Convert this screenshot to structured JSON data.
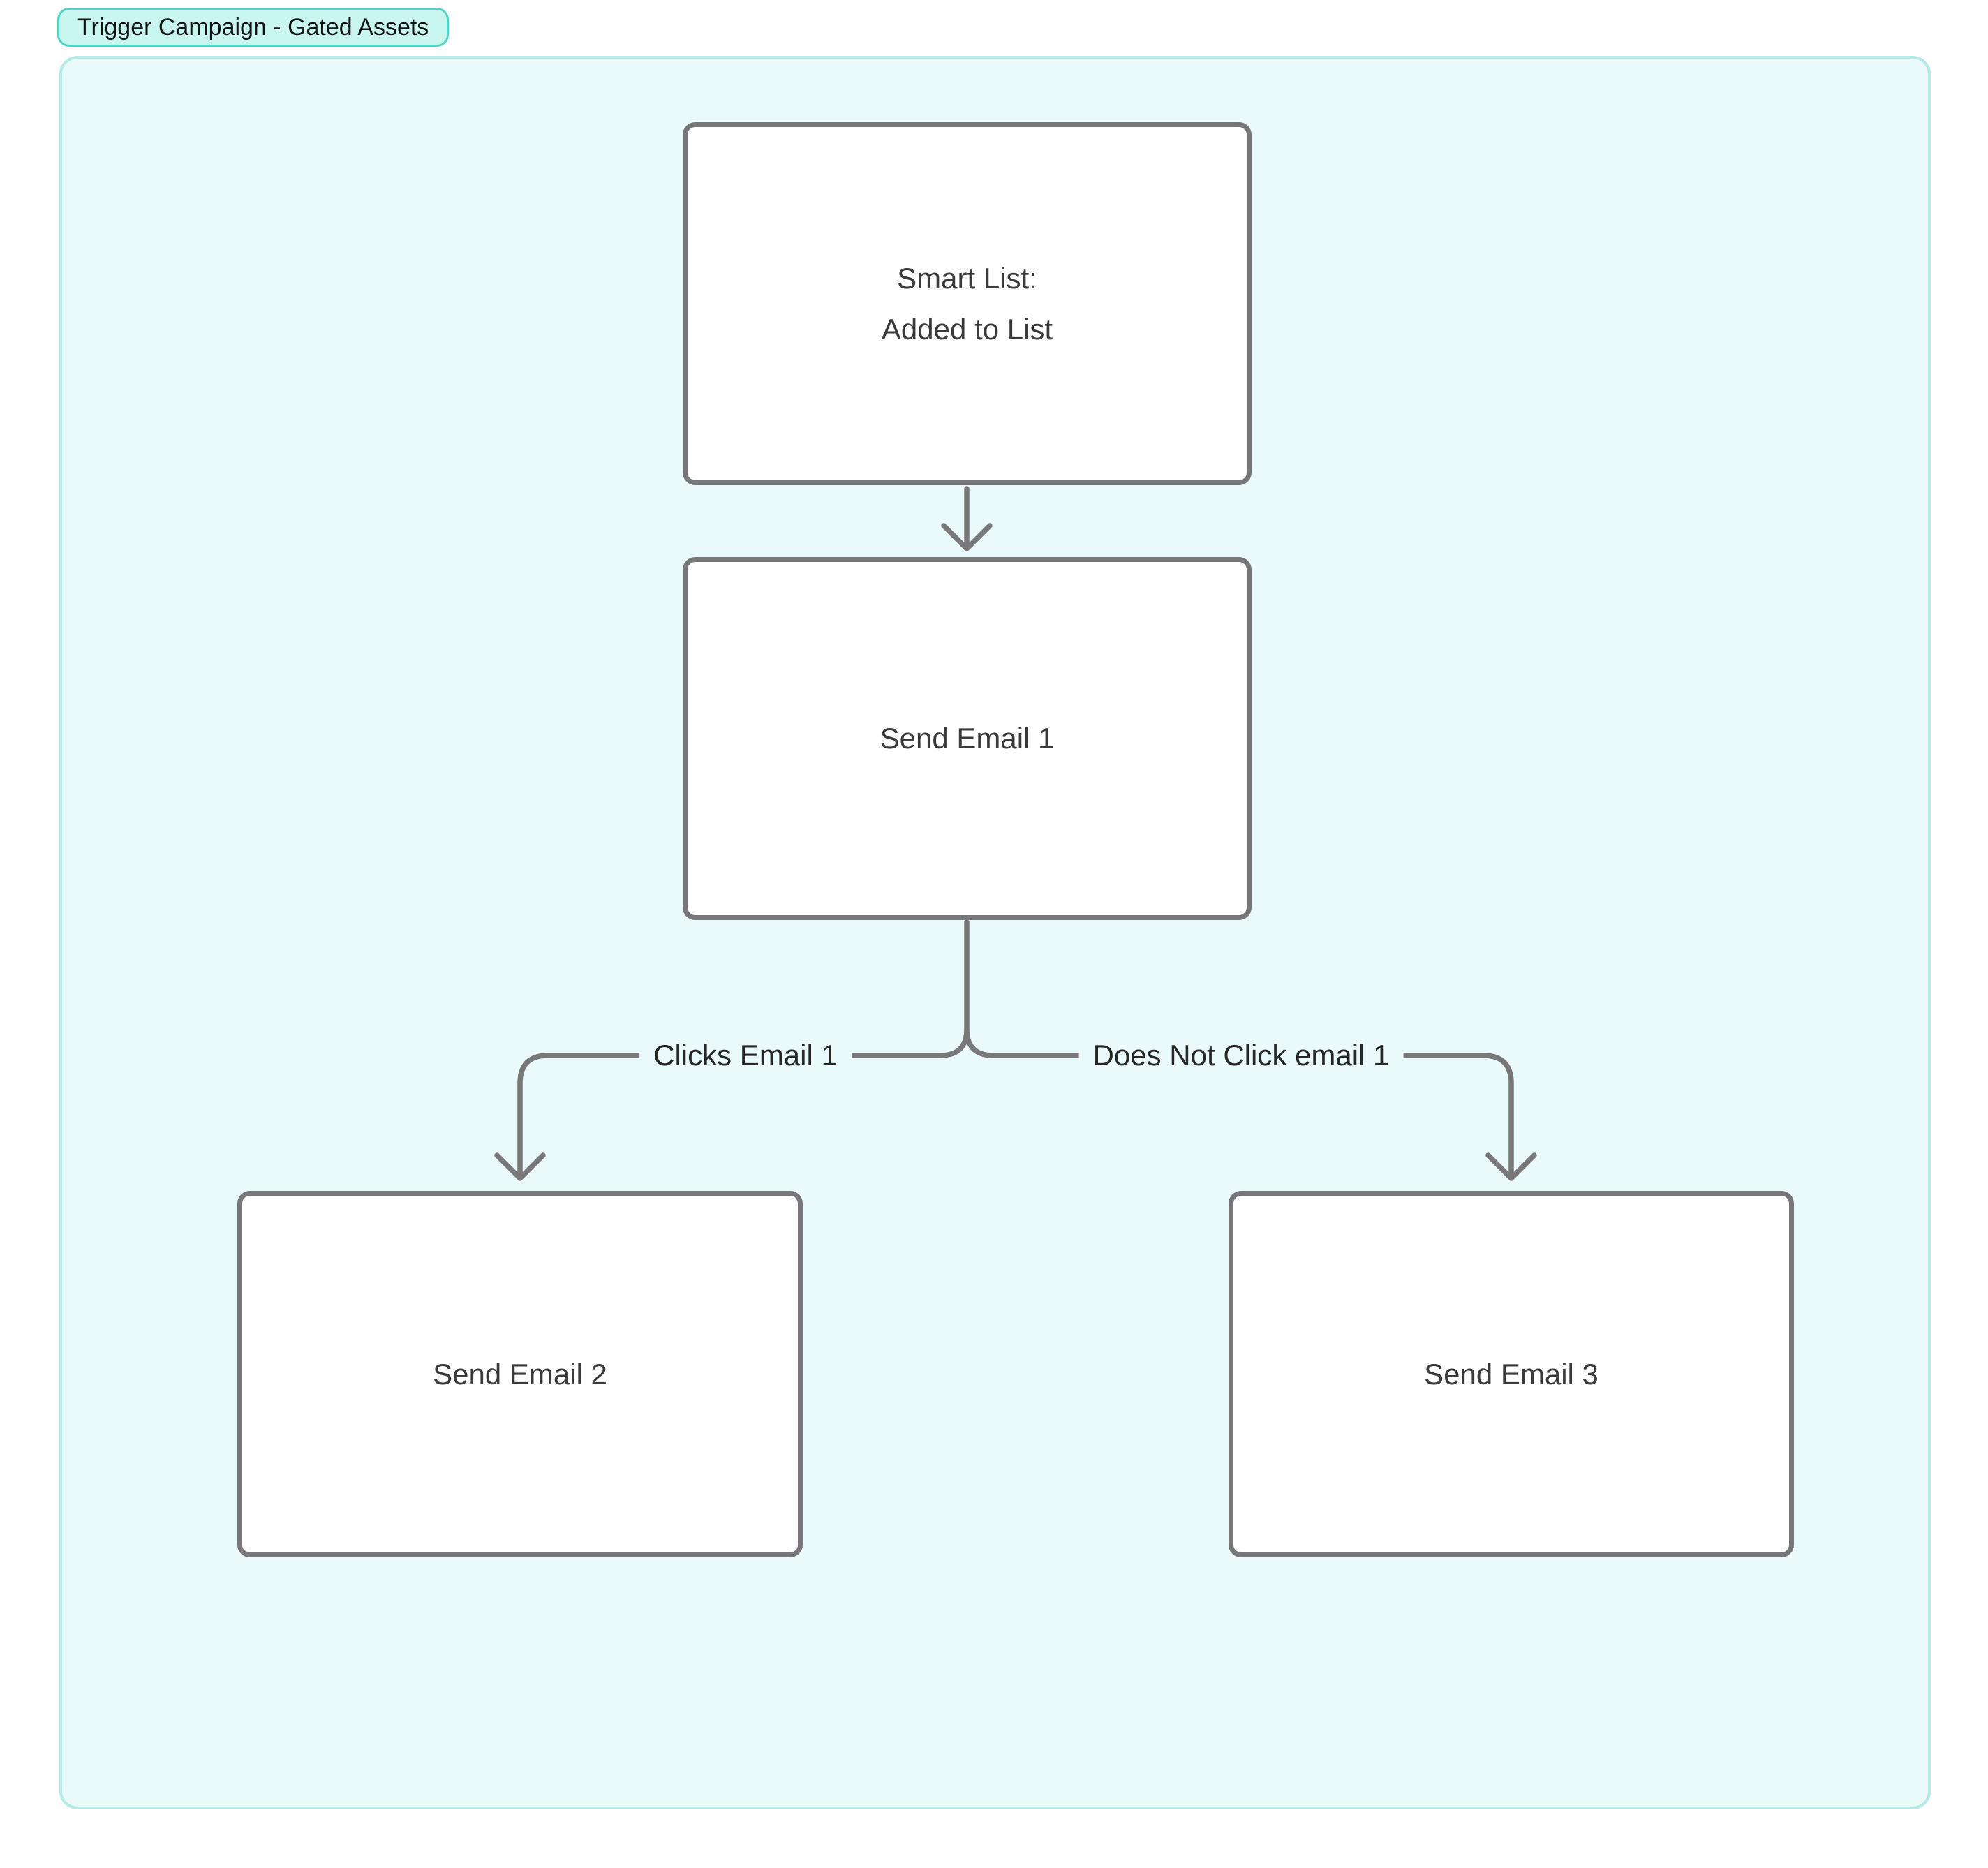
{
  "frame": {
    "title": "Trigger Campaign - Gated Assets"
  },
  "nodes": [
    {
      "id": "smart-list",
      "lines": [
        "Smart List:",
        "Added to List"
      ]
    },
    {
      "id": "send-email-1",
      "lines": [
        "Send Email 1"
      ]
    },
    {
      "id": "send-email-2",
      "lines": [
        "Send Email 2"
      ]
    },
    {
      "id": "send-email-3",
      "lines": [
        "Send Email 3"
      ]
    }
  ],
  "edges": [
    {
      "id": "clicks-email-1",
      "from": "send-email-1",
      "to": "send-email-2",
      "label": "Clicks Email 1"
    },
    {
      "id": "does-not-click-email-1",
      "from": "send-email-1",
      "to": "send-email-3",
      "label": "Does Not Click email 1"
    },
    {
      "id": "smart-list-to-email-1",
      "from": "smart-list",
      "to": "send-email-1",
      "label": ""
    }
  ],
  "colors": {
    "page_bg": "#ffffff",
    "frame_fill": "#eafafa",
    "frame_border": "#b5eae6",
    "pill_fill": "#c9f6ee",
    "pill_border": "#55d2c6",
    "node_fill": "#ffffff",
    "node_border": "#77777a",
    "connector": "#78787a",
    "node_text": "#3a3a3c",
    "edge_label_text": "#262626",
    "title_text": "#101415"
  }
}
